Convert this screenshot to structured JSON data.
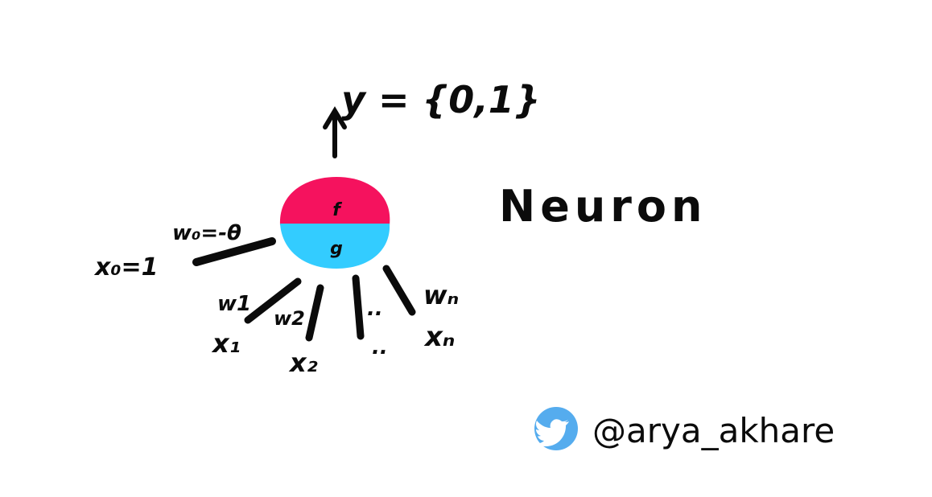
{
  "diagram": {
    "title": "Neuron",
    "output_label": "y = {0,1}",
    "top_half_label": "f",
    "bottom_half_label": "g",
    "bias_input_label": "x₀=1",
    "bias_weight_label": "w₀=-θ",
    "input_1_label": "x₁",
    "weight_1_label": "w1",
    "input_2_label": "x₂",
    "weight_2_label": "w2",
    "ellipsis_upper": "..",
    "ellipsis_lower": "..",
    "input_n_label": "xₙ",
    "weight_n_label": "wₙ"
  },
  "footer": {
    "twitter_handle": "@arya_akhare",
    "icon": "twitter-bird-icon"
  },
  "colors": {
    "top_half": "#F5125E",
    "bottom_half": "#33CCFF",
    "ink": "#0B0B0B",
    "twitter_blue": "#55ACEE"
  }
}
